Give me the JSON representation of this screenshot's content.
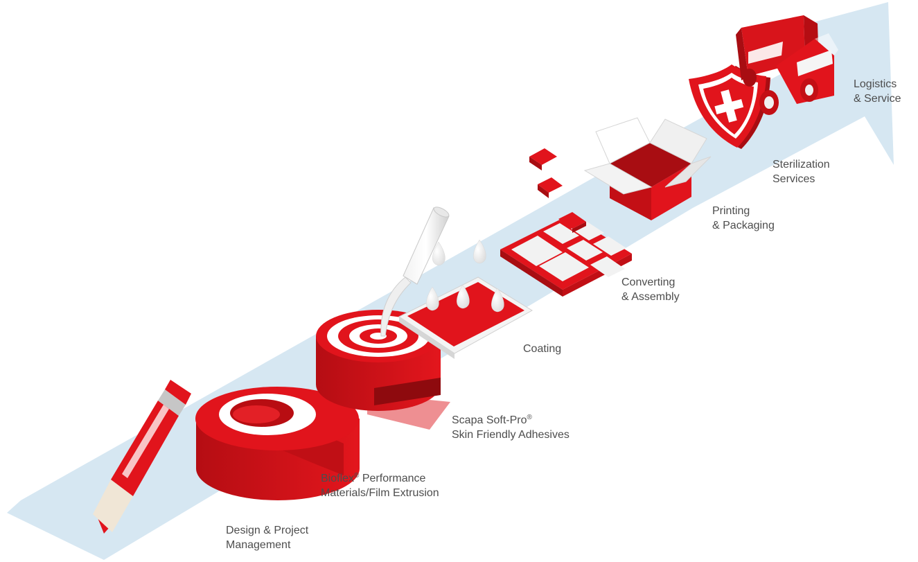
{
  "colors": {
    "arrow": "#d6e7f2",
    "red": "#e1141c",
    "dark_red": "#a80d12",
    "white": "#ffffff",
    "label_text": "#4d4d4d"
  },
  "steps": [
    {
      "icon": "pencil-icon",
      "line1": "Design & Project",
      "line2": "Management"
    },
    {
      "icon": "tape-roll-icon",
      "line1_before_sup": "Bioflex",
      "line1_sup": "®",
      "line1_after_sup": " Performance",
      "line2": "Materials/Film Extrusion"
    },
    {
      "icon": "adhesive-roll-icon",
      "line1_before_sup": "Scapa Soft-Pro",
      "line1_sup": "®",
      "line2": "Skin Friendly Adhesives"
    },
    {
      "icon": "coating-drops-icon",
      "line1": "Coating"
    },
    {
      "icon": "converting-tiles-icon",
      "line1": "Converting",
      "line2": "& Assembly"
    },
    {
      "icon": "open-box-icon",
      "line1": "Printing",
      "line2": "& Packaging"
    },
    {
      "icon": "shield-cross-icon",
      "line1": "Sterilization",
      "line2": "Services"
    },
    {
      "icon": "truck-icon",
      "line1": "Logistics",
      "line2": "& Service"
    }
  ]
}
